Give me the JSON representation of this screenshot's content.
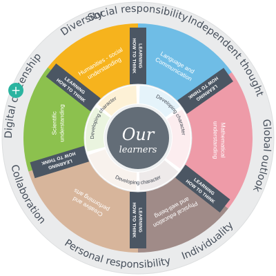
{
  "center": {
    "line1": "Our",
    "line2": "learners"
  },
  "outer_ring": [
    {
      "label": "Social responsibility",
      "angle": 0
    },
    {
      "label": "Independent thought",
      "angle": 47
    },
    {
      "label": "Global outlook",
      "angle": 98
    },
    {
      "label": "Individuality",
      "angle": 146
    },
    {
      "label": "Personal responsibility",
      "angle": 190
    },
    {
      "label": "Collaboration",
      "angle": 243
    },
    {
      "label": "Digital citizenship",
      "angle": 290
    },
    {
      "label": "Diversity",
      "angle": 334
    }
  ],
  "segments": [
    {
      "lines": [
        "Humanities - social",
        "understanding"
      ],
      "color": "#f6b31d",
      "start": 308,
      "end": 360,
      "rot": -30
    },
    {
      "lines": [
        "Language and",
        "Communication"
      ],
      "color": "#6fbde6",
      "start": 0,
      "end": 55,
      "rot": 30
    },
    {
      "lines": [
        "Mathematical",
        "understanding"
      ],
      "color": "#ee9ba8",
      "start": 55,
      "end": 128,
      "rot": 90
    },
    {
      "lines": [
        "Physical education",
        "and well-being"
      ],
      "color": "#a08b88",
      "start": 128,
      "end": 180,
      "rot": 152
    },
    {
      "lines": [
        "Creative and",
        "performing arts"
      ],
      "color": "#d7b59b",
      "start": 180,
      "end": 253,
      "rot": -150
    },
    {
      "lines": [
        "Scientific",
        "understanding"
      ],
      "color": "#8cc14e",
      "start": 253,
      "end": 308,
      "rot": -90
    }
  ],
  "pills": [
    {
      "lines": [
        "LEARNING",
        "HOW TO THINK"
      ],
      "angle": 0
    },
    {
      "lines": [
        "LEARNING",
        "HOW TO THINK"
      ],
      "angle": 55
    },
    {
      "lines": [
        "LEARNING",
        "HOW TO THINK"
      ],
      "angle": 128
    },
    {
      "lines": [
        "LEARNING",
        "HOW TO THINK"
      ],
      "angle": 180
    },
    {
      "lines": [
        "LEARNING",
        "HOW TO THINK"
      ],
      "angle": 253
    },
    {
      "lines": [
        "LEARNING",
        "HOW TO THINK"
      ],
      "angle": 308
    }
  ],
  "developing": [
    {
      "label": "Developing character",
      "angle": 300
    },
    {
      "label": "Developing character",
      "angle": 55
    },
    {
      "label": "Developing character",
      "angle": 180
    }
  ],
  "plus_button": {
    "symbol": "+",
    "color": "#2bb4a0"
  },
  "colors": {
    "outer_ring": "#eaebec",
    "outer_ring_edge": "#dcdedf",
    "pill": "#4b5663",
    "dev_ring": "#ffffff",
    "center": "#636d77",
    "center_inner": "#6c7680"
  }
}
